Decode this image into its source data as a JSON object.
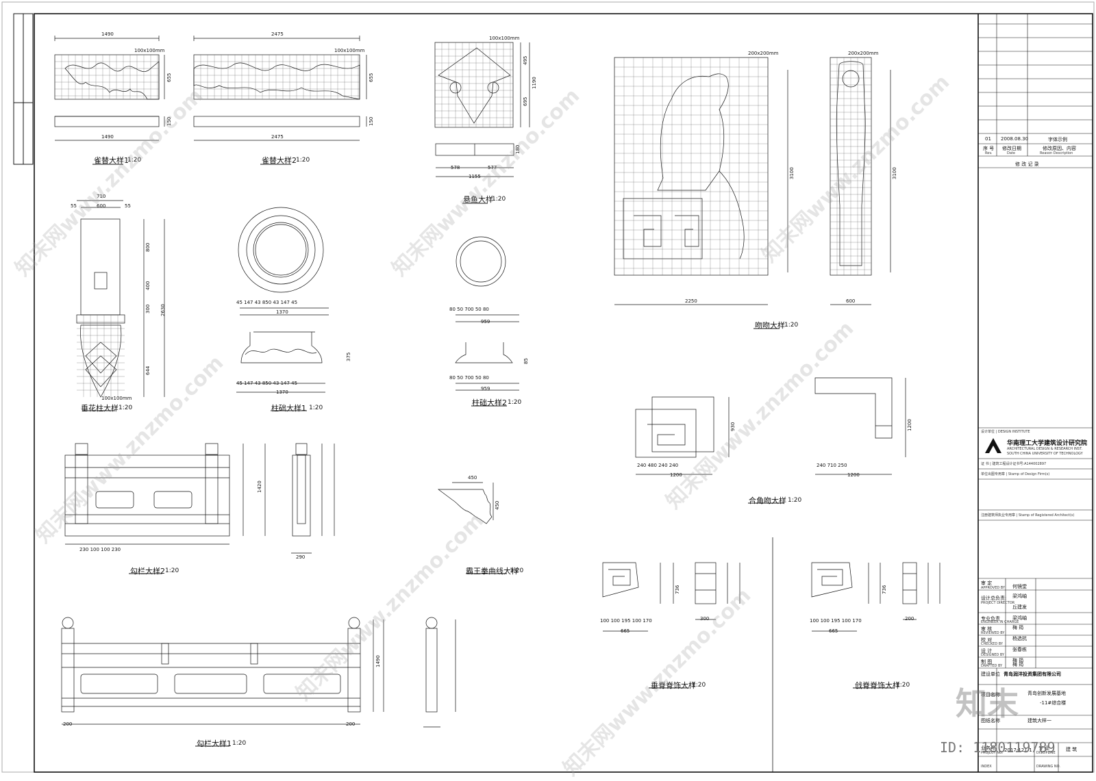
{
  "drawings": {
    "quetai1": {
      "label": "雀替大样1",
      "scale": "1:20",
      "dim_top": "1490",
      "dim_bottom": "1490",
      "grid": "100x100mm",
      "h1": "655",
      "h2": "150"
    },
    "quetai2": {
      "label": "雀替大样2",
      "scale": "1:20",
      "dim_top": "2475",
      "dim_bottom": "2475",
      "grid": "100x100mm",
      "h1": "655",
      "h2": "150"
    },
    "xuanyu": {
      "label": "悬鱼大样",
      "scale": "1:20",
      "grid": "100x100mm",
      "h1": "495",
      "h2": "1190",
      "h3": "695",
      "h4": "180",
      "w1": "578",
      "w2": "577",
      "w3": "1155"
    },
    "chuihua": {
      "label": "垂花柱大样",
      "scale": "1:20",
      "w_total": "710",
      "w_mid": "600",
      "w_side": "55",
      "h1": "800",
      "h2": "400",
      "h3": "300",
      "h_total": "2630",
      "h4": "644",
      "grid": "100x100mm"
    },
    "zhuchu1": {
      "label": "柱础大样1",
      "scale": "1:20",
      "dims_row": "45 147 43 850 43 147 45",
      "d_total": "1370",
      "h_total": "375"
    },
    "zhuchu2": {
      "label": "柱础大样2",
      "scale": "1:20",
      "dims_row": "80 50 700 50 80",
      "d_total": "959",
      "h": "85"
    },
    "wenwu": {
      "label": "吻吻大样",
      "scale": "1:20",
      "grid": "200x200mm",
      "w1": "2250",
      "h1": "3100",
      "w2": "600",
      "h2": "3100"
    },
    "hejiaowen": {
      "label": "合角吻大样",
      "scale": "1:20",
      "row1": "240 480 240 240",
      "w1": "1200",
      "row2": "240 710 250",
      "w2": "1200",
      "h1": "930",
      "h2": "1200"
    },
    "goulan2": {
      "label": "勾栏大样2",
      "scale": "1:20",
      "dims": "230 100 100 230",
      "h_total": "1420",
      "w_bottom": "290"
    },
    "bawang": {
      "label": "霸王拳曲线大样",
      "scale": "1:20",
      "w": "450",
      "h": "450"
    },
    "goulan1": {
      "label": "勾栏大样1",
      "scale": "1:20",
      "w": "200",
      "h_total": "1490"
    },
    "chuiji": {
      "label": "垂脊脊饰大样",
      "scale": "1:20",
      "dims": "100 100 195 100 170",
      "w": "665",
      "w2": "300",
      "h": "736"
    },
    "qiangji": {
      "label": "戗脊脊饰大样",
      "scale": "1:20",
      "dims": "100 100 195 100 170",
      "w": "665",
      "w2": "200",
      "h": "736"
    }
  },
  "title_block": {
    "rev_no": "01",
    "rev_date": "2008.08.30",
    "rev_desc": "字体示例",
    "rev_h1": "序 号",
    "rev_h1_en": "Rev.",
    "rev_h2": "修改日期",
    "rev_h2_en": "Date",
    "rev_h3": "修改原因、内容",
    "rev_h3_en": "Reason Description",
    "rev_title": "修 改 记 录",
    "design_unit": "设计单位 | DESIGN INSTITUTE",
    "institute_cn": "华南理工大学建筑设计研究院",
    "institute_en1": "ARCHITECTURAL DESIGN & RESEARCH INST.",
    "institute_en2": "SOUTH CHINA UNIVERSITY OF TECHNOLOGY",
    "cert": "证  书 | 建筑工程设计证书号:A144002897",
    "stamp1": "单位出图专用章 | Stamp of Design Firm(s)",
    "stamp2": "注册建筑师执业专用章 | Stamp of Registered Architect(s)",
    "approved_cn": "审 定",
    "approved_en": "APPROVED BY",
    "approved_name": "何镜堂",
    "director_cn": "设计总负责:",
    "director_en": "PROJECT DIRECTOR",
    "director_name1": "梁鸿岫",
    "director_name2": "丘建发",
    "engineer_cn": "专业负责",
    "engineer_en": "ENGINEER IN CHARGE",
    "engineer_name1": "梁鸿岫",
    "engineer_name2": "梅 筠",
    "reviewed_cn": "审 核",
    "reviewed_en": "REVIEWED BY",
    "reviewed_name": "杨选抗",
    "checked_cn": "校 对",
    "checked_en": "CHECKED BY",
    "checked_name": "张春栋",
    "designed_cn": "设 计",
    "designed_en": "DESIGNED BY",
    "designed_name": "梅 筠",
    "drafted_cn": "制 图",
    "drafted_en": "DRAFTED BY",
    "drafted_name": "梅 筠",
    "client_cn": "建设单位",
    "client": "青岛润洋投资集团有限公司",
    "project_cn": "项目名称",
    "project": "青岛创新发展基地",
    "subproject": "-11#综合楼",
    "drawing_cn": "图纸名称",
    "drawing": "建筑大样一",
    "job_no_cn": "业务号",
    "job_no_en": "PROJECT NO.",
    "job_no": "2017-121-1",
    "discipline_cn": "专 业",
    "discipline_en": "DISCIPLINE",
    "discipline": "建 筑",
    "index_en": "INDEX",
    "drawing_no_en": "DRAWING NO."
  },
  "watermark": {
    "text": "知末网www.znzmo.com",
    "logo": "知末",
    "id": "ID: 1180119789"
  }
}
